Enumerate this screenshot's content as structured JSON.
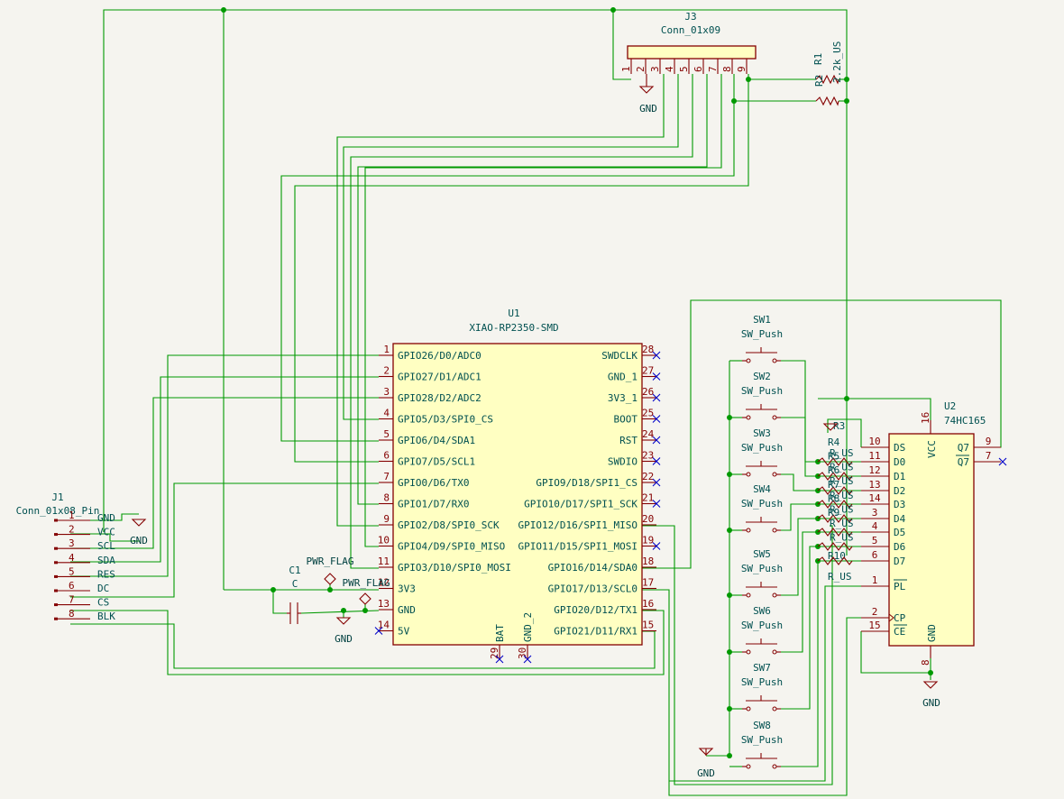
{
  "symbols": {
    "J3": {
      "ref": "J3",
      "value": "Conn_01x09",
      "pins": [
        "1",
        "2",
        "3",
        "4",
        "5",
        "6",
        "7",
        "8",
        "9"
      ]
    },
    "U1": {
      "ref": "U1",
      "value": "XIAO-RP2350-SMD",
      "left_pins": [
        {
          "num": "1",
          "name": "GPIO26/D0/ADC0"
        },
        {
          "num": "2",
          "name": "GPIO27/D1/ADC1"
        },
        {
          "num": "3",
          "name": "GPIO28/D2/ADC2"
        },
        {
          "num": "4",
          "name": "GPIO5/D3/SPI0_CS"
        },
        {
          "num": "5",
          "name": "GPIO6/D4/SDA1"
        },
        {
          "num": "6",
          "name": "GPIO7/D5/SCL1"
        },
        {
          "num": "7",
          "name": "GPIO0/D6/TX0"
        },
        {
          "num": "8",
          "name": "GPIO1/D7/RX0"
        },
        {
          "num": "9",
          "name": "GPIO2/D8/SPI0_SCK"
        },
        {
          "num": "10",
          "name": "GPIO4/D9/SPI0_MISO"
        },
        {
          "num": "11",
          "name": "GPIO3/D10/SPI0_MOSI"
        },
        {
          "num": "12",
          "name": "3V3"
        },
        {
          "num": "13",
          "name": "GND"
        },
        {
          "num": "14",
          "name": "5V"
        }
      ],
      "right_pins": [
        {
          "num": "28",
          "name": "SWDCLK"
        },
        {
          "num": "27",
          "name": "GND_1"
        },
        {
          "num": "26",
          "name": "3V3_1"
        },
        {
          "num": "25",
          "name": "BOOT"
        },
        {
          "num": "24",
          "name": "RST"
        },
        {
          "num": "23",
          "name": "SWDIO"
        },
        {
          "num": "22",
          "name": "GPIO9/D18/SPI1_CS"
        },
        {
          "num": "21",
          "name": "GPIO10/D17/SPI1_SCK"
        },
        {
          "num": "20",
          "name": "GPIO12/D16/SPI1_MISO"
        },
        {
          "num": "19",
          "name": "GPIO11/D15/SPI1_MOSI"
        },
        {
          "num": "18",
          "name": "GPIO16/D14/SDA0"
        },
        {
          "num": "17",
          "name": "GPIO17/D13/SCL0"
        },
        {
          "num": "16",
          "name": "GPIO20/D12/TX1"
        },
        {
          "num": "15",
          "name": "GPIO21/D11/RX1"
        }
      ],
      "bottom_pins": [
        {
          "num": "29",
          "name": "BAT"
        },
        {
          "num": "30",
          "name": "GND_2"
        }
      ]
    },
    "J1": {
      "ref": "J1",
      "value": "Conn_01x08_Pin",
      "pins": [
        {
          "num": "1",
          "name": "GND"
        },
        {
          "num": "2",
          "name": "VCC"
        },
        {
          "num": "3",
          "name": "SCL"
        },
        {
          "num": "4",
          "name": "SDA"
        },
        {
          "num": "5",
          "name": "RES"
        },
        {
          "num": "6",
          "name": "DC"
        },
        {
          "num": "7",
          "name": "CS"
        },
        {
          "num": "8",
          "name": "BLK"
        }
      ]
    },
    "U2": {
      "ref": "U2",
      "value": "74HC165",
      "left_pins": [
        {
          "num": "10",
          "name": "DS"
        },
        {
          "num": "11",
          "name": "D0"
        },
        {
          "num": "12",
          "name": "D1"
        },
        {
          "num": "13",
          "name": "D2"
        },
        {
          "num": "14",
          "name": "D3"
        },
        {
          "num": "3",
          "name": "D4"
        },
        {
          "num": "4",
          "name": "D5"
        },
        {
          "num": "5",
          "name": "D6"
        },
        {
          "num": "6",
          "name": "D7"
        },
        {
          "num": "1",
          "name": "PL"
        },
        {
          "num": "2",
          "name": "CP"
        },
        {
          "num": "15",
          "name": "CE"
        }
      ],
      "right_pins": [
        {
          "num": "9",
          "name": "Q7"
        },
        {
          "num": "7",
          "name": "Q7"
        }
      ],
      "top_pin": {
        "num": "16",
        "name": "VCC"
      },
      "bottom_pin": {
        "num": "8",
        "name": "GND"
      }
    },
    "C1": {
      "ref": "C1",
      "value": "C"
    },
    "R1": {
      "ref": "R1",
      "value": "2.2k_US"
    },
    "R2": {
      "ref": "R2"
    },
    "R3": {
      "ref": "R3"
    },
    "R10": {
      "ref": "R10",
      "value": "R_US"
    },
    "resistor_bank_labels": [
      "R_US",
      "R_US",
      "R_US",
      "R_US",
      "R_US",
      "R_US",
      "R_US"
    ],
    "resistor_bank_refs": [
      "R4",
      "R5",
      "R6",
      "R7",
      "R8",
      "R9"
    ],
    "switches": [
      {
        "ref": "SW1",
        "value": "SW_Push"
      },
      {
        "ref": "SW2",
        "value": "SW_Push"
      },
      {
        "ref": "SW3",
        "value": "SW_Push"
      },
      {
        "ref": "SW4",
        "value": "SW_Push"
      },
      {
        "ref": "SW5",
        "value": "SW_Push"
      },
      {
        "ref": "SW6",
        "value": "SW_Push"
      },
      {
        "ref": "SW7",
        "value": "SW_Push"
      },
      {
        "ref": "SW8",
        "value": "SW_Push"
      }
    ]
  },
  "power": {
    "gnd": "GND",
    "pwr_flag": "PWR_FLAG"
  }
}
